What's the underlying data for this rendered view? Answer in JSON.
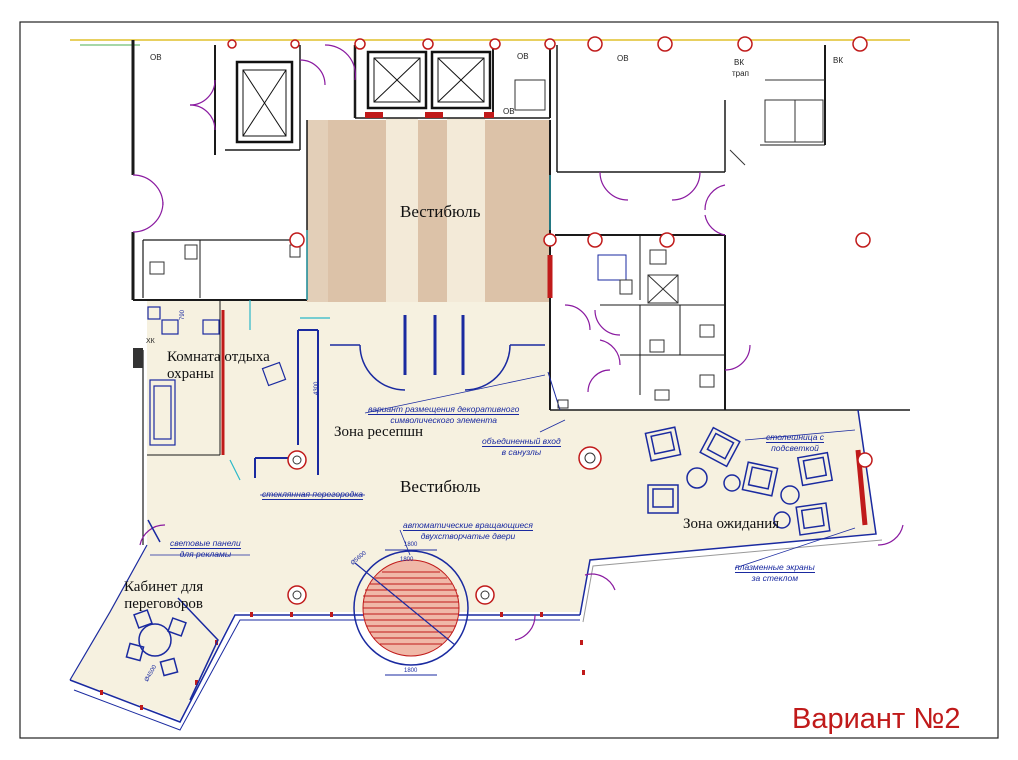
{
  "labels": {
    "vestibule_top": "Вестибюль",
    "vestibule_main": "Вестибюль",
    "guard_room_l1": "Комната отдыха",
    "guard_room_l2": "охраны",
    "reception": "Зона ресепшн",
    "waiting": "Зона ожидания",
    "meeting_l1": "Кабинет для",
    "meeting_l2": "переговоров"
  },
  "notes": {
    "decor_l1": "вариант размещения декоративного",
    "decor_l2": "символического элемента",
    "entrance_l1": "объединенный вход",
    "entrance_l2": "в санузлы",
    "glass": "стеклянная перегородка",
    "doors_l1": "автоматические вращающиеся",
    "doors_l2": "двухстворчатые двери",
    "light_l1": "световые панели",
    "light_l2": "для рекламы",
    "countertop_l1": "столешница с",
    "countertop_l2": "подсветкой",
    "plasma_l1": "плазменные экраны",
    "plasma_l2": "за стеклом"
  },
  "tags": {
    "ov1": "ОВ",
    "ov2": "ОВ",
    "ov3": "ОВ",
    "ov4": "ОВ",
    "vk1": "ВК",
    "vk2": "ВК",
    "trap": "трап",
    "xk": "ХК"
  },
  "dims": {
    "d4300": "4300",
    "d1800a": "1800",
    "d1800b": "1800",
    "d1800c": "1800",
    "dR1": "Ø5600",
    "dR2": "Ø4500",
    "d790": "790"
  },
  "title": "Вариант №2",
  "colors": {
    "wall": "#1a1a1a",
    "accent_red": "#c01a1a",
    "furniture_blue": "#1a2aa0",
    "door_purple": "#8a1aa0",
    "floor_beige": "#f5f0df",
    "floor_tan": "#dcc2a8",
    "glass_cyan": "#2ab8c8",
    "yellow_line": "#e8d060"
  }
}
